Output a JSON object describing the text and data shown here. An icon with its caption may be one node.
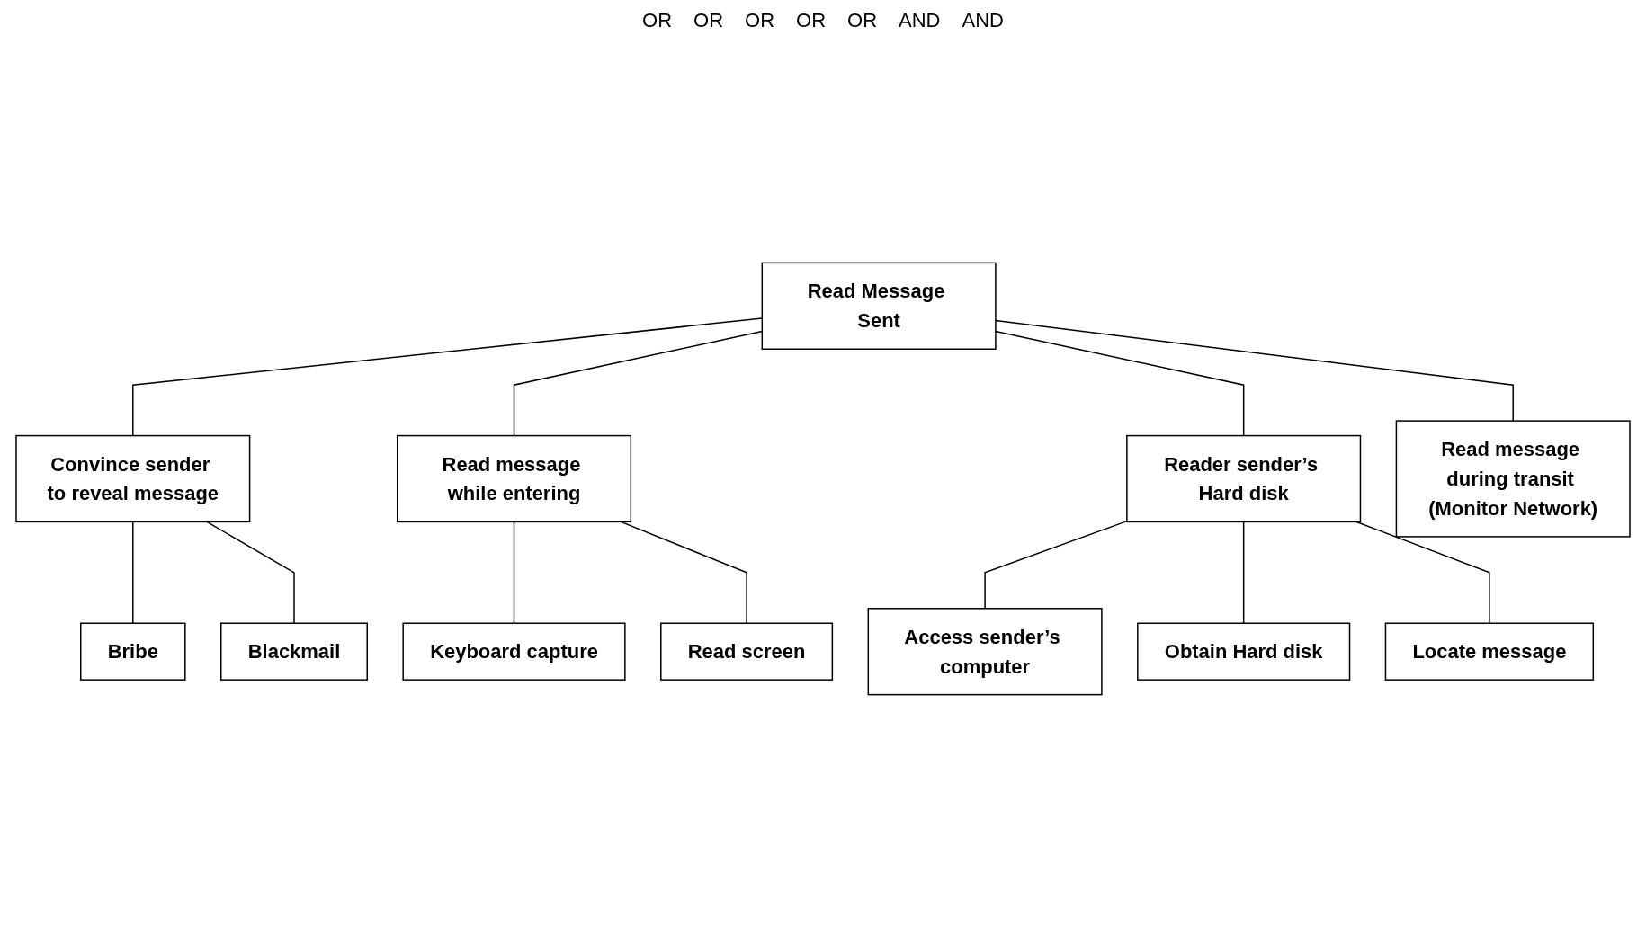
{
  "diagram": {
    "nodes": [
      {
        "text": [
          "Read Message Sent"
        ]
      },
      {
        "text": [
          "Convince sender to reveal message"
        ]
      },
      {
        "text": [
          "Read message while entering"
        ]
      },
      {
        "text": [
          "Reader sender’s Hard disk"
        ]
      },
      {
        "text": [
          "Read message during transit (Monitor Network)"
        ]
      },
      {
        "text": [
          "Bribe"
        ]
      },
      {
        "text": [
          "Blackmail"
        ]
      },
      {
        "text": [
          "Keyboard capture"
        ]
      },
      {
        "text": [
          "Read screen"
        ]
      },
      {
        "text": [
          "Access sender’s computer"
        ]
      },
      {
        "text": [
          "Obtain Hard disk"
        ]
      },
      {
        "text": [
          "Locate message"
        ]
      }
    ],
    "edges": [
      {
        "from": 0,
        "to": 1,
        "arrow": "none"
      },
      {
        "from": 0,
        "to": 2,
        "arrow": "none"
      },
      {
        "from": 0,
        "to": 3,
        "arrow": "none"
      },
      {
        "from": 0,
        "to": 4,
        "arrow": "none"
      },
      {
        "from": 1,
        "to": 5,
        "arrow": "none"
      },
      {
        "from": 1,
        "to": 6,
        "arrow": "none"
      },
      {
        "from": 2,
        "to": 7,
        "arrow": "none"
      },
      {
        "from": 2,
        "to": 8,
        "arrow": "none"
      },
      {
        "from": 3,
        "to": 9,
        "arrow": "none"
      },
      {
        "from": 3,
        "to": 10,
        "arrow": "none"
      },
      {
        "from": 3,
        "to": 11,
        "arrow": "none"
      }
    ],
    "labels": [
      "OR",
      "OR",
      "OR",
      "OR",
      "OR",
      "AND",
      "AND"
    ]
  }
}
